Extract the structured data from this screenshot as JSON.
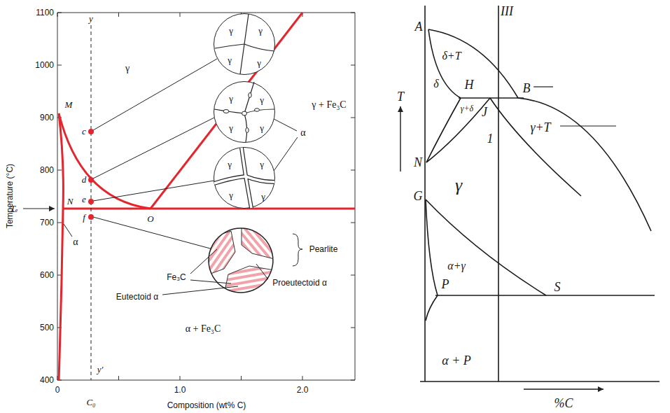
{
  "diagram": {
    "nodes": [
      {
        "text": [
          "γ",
          "γ",
          "γ",
          "γ"
        ]
      },
      {
        "text": [
          "γ",
          "γ",
          "γ",
          "γ"
        ]
      },
      {
        "text": [
          "γ",
          "γ",
          "γ",
          "γ"
        ]
      }
    ],
    "labels": [
      "1100",
      "1000",
      "900",
      "800",
      "700",
      "600",
      "500",
      "400",
      "0",
      "1.0",
      "2.0",
      "Temperature (°C)",
      "Composition (wt% C)",
      "γ",
      "γ + Fe₃C",
      "M",
      "N",
      "O",
      "y",
      "c",
      "d",
      "e",
      "f",
      "Tₑ",
      "α",
      "α",
      "Pearlite",
      "Fe₃C",
      "Eutectoid α",
      "Proeutectoid α",
      "α + Fe₃C",
      "y′",
      "C₀",
      "A",
      "III",
      "δ+T",
      "δ",
      "H",
      "B",
      "J",
      "N",
      "γ+δ",
      "1",
      "γ+T",
      "T",
      "γ",
      "G",
      "α+γ",
      "P",
      "S",
      "α + P",
      "%C"
    ]
  }
}
